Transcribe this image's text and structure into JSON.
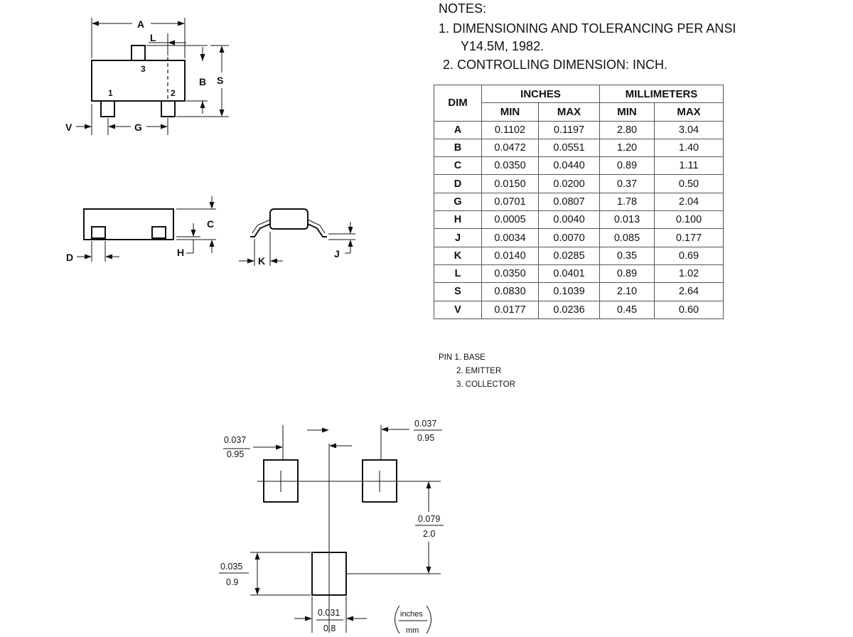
{
  "notes": {
    "heading": "NOTES:",
    "note1_line1": "1.   DIMENSIONING AND TOLERANCING PER ANSI",
    "note1_line2": "Y14.5M, 1982.",
    "note2": "2. CONTROLLING DIMENSION: INCH."
  },
  "table": {
    "dim_header": "DIM",
    "inches_header": "INCHES",
    "mm_header": "MILLIMETERS",
    "min_label": "MIN",
    "max_label": "MAX",
    "rows": [
      {
        "dim": "A",
        "in_min": "0.1102",
        "in_max": "0.1197",
        "mm_min": "2.80",
        "mm_max": "3.04"
      },
      {
        "dim": "B",
        "in_min": "0.0472",
        "in_max": "0.0551",
        "mm_min": "1.20",
        "mm_max": "1.40"
      },
      {
        "dim": "C",
        "in_min": "0.0350",
        "in_max": "0.0440",
        "mm_min": "0.89",
        "mm_max": "1.11"
      },
      {
        "dim": "D",
        "in_min": "0.0150",
        "in_max": "0.0200",
        "mm_min": "0.37",
        "mm_max": "0.50"
      },
      {
        "dim": "G",
        "in_min": "0.0701",
        "in_max": "0.0807",
        "mm_min": "1.78",
        "mm_max": "2.04"
      },
      {
        "dim": "H",
        "in_min": "0.0005",
        "in_max": "0.0040",
        "mm_min": "0.013",
        "mm_max": "0.100"
      },
      {
        "dim": "J",
        "in_min": "0.0034",
        "in_max": "0.0070",
        "mm_min": "0.085",
        "mm_max": "0.177"
      },
      {
        "dim": "K",
        "in_min": "0.0140",
        "in_max": "0.0285",
        "mm_min": "0.35",
        "mm_max": "0.69"
      },
      {
        "dim": "L",
        "in_min": "0.0350",
        "in_max": "0.0401",
        "mm_min": "0.89",
        "mm_max": "1.02"
      },
      {
        "dim": "S",
        "in_min": "0.0830",
        "in_max": "0.1039",
        "mm_min": "2.10",
        "mm_max": "2.64"
      },
      {
        "dim": "V",
        "in_min": "0.0177",
        "in_max": "0.0236",
        "mm_min": "0.45",
        "mm_max": "0.60"
      }
    ]
  },
  "pins": {
    "pin1": "PIN 1. BASE",
    "pin2": "2. EMITTER",
    "pin3": "3. COLLECTOR"
  },
  "top_view": {
    "dim_a": "A",
    "dim_l": "L",
    "dim_b": "B",
    "dim_s": "S",
    "dim_v": "V",
    "dim_g": "G",
    "pin1": "1",
    "pin2": "2",
    "pin3": "3"
  },
  "side_view": {
    "dim_c": "C",
    "dim_d": "D",
    "dim_h": "H"
  },
  "end_view": {
    "dim_k": "K",
    "dim_j": "J"
  },
  "footprint": {
    "pad_width_left_in": "0.037",
    "pad_width_left_mm": "0.95",
    "pad_width_right_in": "0.037",
    "pad_width_right_mm": "0.95",
    "row_spacing_in": "0.079",
    "row_spacing_mm": "2.0",
    "pad_height_in": "0.035",
    "pad_height_mm": "0.9",
    "pad_width_bottom_in": "0.031",
    "pad_width_bottom_mm": "0.8",
    "units_top": "inches",
    "units_bottom": "mm"
  }
}
